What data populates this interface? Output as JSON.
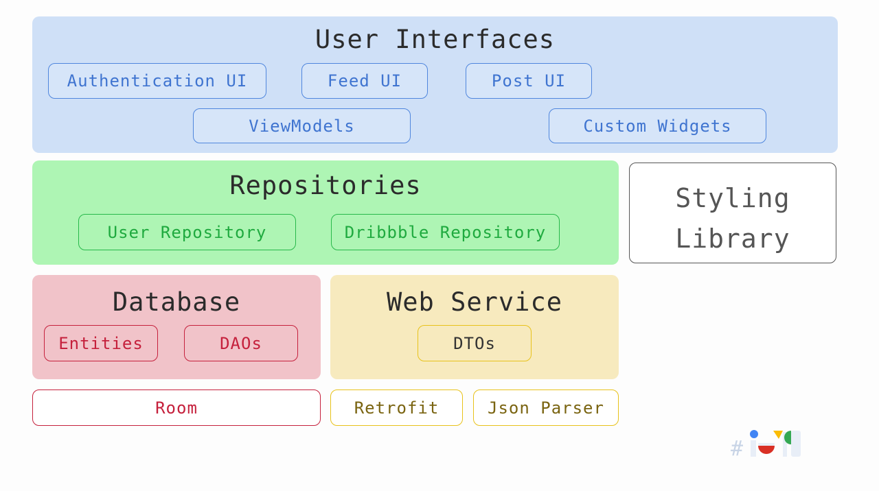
{
  "user_interfaces": {
    "title": "User Interfaces",
    "items": [
      "Authentication UI",
      "Feed UI",
      "Post UI",
      "ViewModels",
      "Custom Widgets"
    ]
  },
  "repositories": {
    "title": "Repositories",
    "items": [
      "User Repository",
      "Dribbble Repository"
    ]
  },
  "styling": {
    "line1": "Styling",
    "line2": "Library"
  },
  "database": {
    "title": "Database",
    "items": [
      "Entities",
      "DAOs"
    ],
    "library": "Room"
  },
  "web_service": {
    "title": "Web Service",
    "items": [
      "DTOs"
    ],
    "libraries": [
      "Retrofit",
      "Json Parser"
    ]
  },
  "logo": {
    "text": "#io",
    "icon": "google-io-logo"
  },
  "colors": {
    "ui_blue": "#cfe0f7",
    "repo_green": "#aef5b4",
    "db_red": "#f1c3c9",
    "ws_yellow": "#f7eabe"
  }
}
